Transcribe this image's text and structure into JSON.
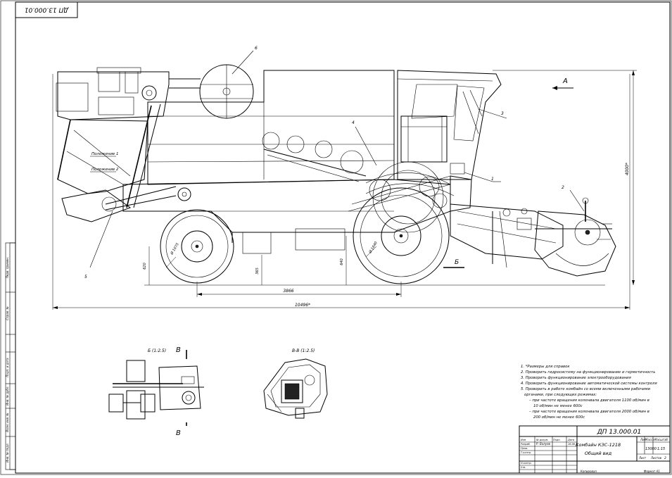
{
  "sheet": {
    "corner_code": "ДП 13.000.01",
    "view_arrow_label": "А"
  },
  "callouts": {
    "c1": "1",
    "c2": "2",
    "c3": "3",
    "c4": "4",
    "c5": "5",
    "c6": "6",
    "pos1": "Положение 1",
    "pos2": "Положение 2"
  },
  "dimensions": {
    "overall_length": "10496*",
    "wheelbase": "3866",
    "overall_height": "4000*",
    "dim_620": "620",
    "dim_365": "365",
    "dim_640": "640",
    "dia_1075": "Ø 1075",
    "dia_1640": "Ø 1640",
    "section_b_mark": "Б"
  },
  "views": {
    "view_b_title": "Б (1:2.5)",
    "view_b_mark": "В",
    "view_b_mark_bottom": "В",
    "view_v_title": "В-В (1:2.5)"
  },
  "notes": [
    "1. *Размеры для справок",
    "2. Проверить гидросистему на функционирование и герметичность",
    "3. Проверить функционирование электрооборудования",
    "4. Проверить функционирование автоматической системы контроля",
    "5. Проверить в работе комбайн со всеми включенными рабочими",
    "органами, при следующих режимах:",
    "– при частоте вращения коленвала двигателя 1100 об/мин в",
    "10 об/мин не менее 600с",
    "– при частоте вращения коленвала двигателя 2000 об/мин в",
    "200 об/мин не менее 600с"
  ],
  "title_block": {
    "doc_code": "ДП 13.000.01",
    "name_line1": "Комбайн КЗС-1218",
    "name_line2": "Общий вид",
    "lit": "Лит",
    "mass": "Масса",
    "scale": "Масштаб",
    "mass_value": "13000",
    "scale_value": "1:15",
    "sheet_label": "Лист",
    "sheets_label": "Листов",
    "sheets_value": "2",
    "row_razrab": "Разраб.",
    "row_prov": "Пров.",
    "row_tkontr": "Т.контр.",
    "row_nkontr": "Н.контр.",
    "row_utv": "Утв.",
    "izm": "Изм",
    "list_col": "Лист",
    "doc_no": "№ докум.",
    "sign": "Подп.",
    "date": "Дата",
    "signer": "Р. Валуев",
    "date_value": "16.06",
    "copied": "Копировал",
    "format": "Формат А1"
  },
  "left_strip": {
    "s1": "Перв. примен.",
    "s2": "Справ. №",
    "s3": "Подп. и дата",
    "s4": "Инв. № дубл.",
    "s5": "Взам. инв. №",
    "s6": "Подп. и дата",
    "s7": "Инв. № подл."
  }
}
